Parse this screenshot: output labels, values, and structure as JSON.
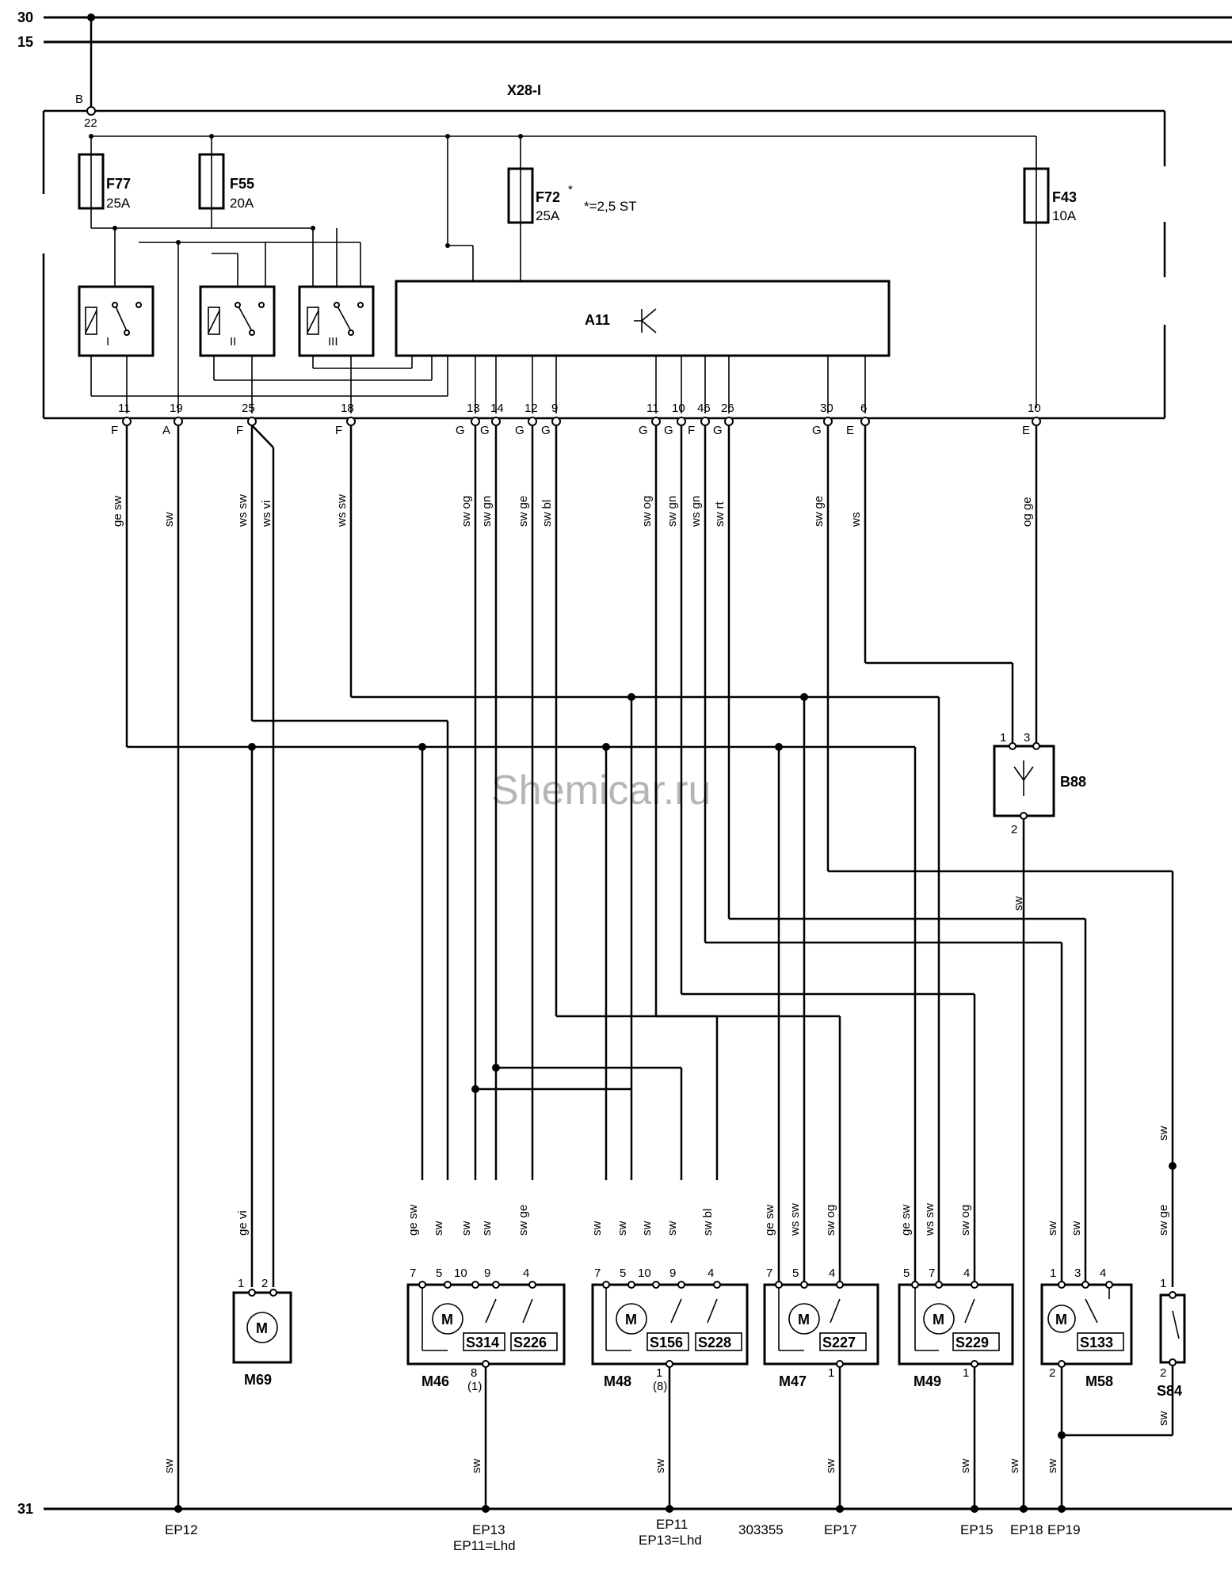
{
  "watermark": "Shemicar.ru",
  "drawing_number": "303355",
  "rails": {
    "top1": "30",
    "top2": "15",
    "bottom": "31"
  },
  "connector_main": "X28-I",
  "connector_b": {
    "letter": "B",
    "pin": "22"
  },
  "fuses": [
    {
      "id": "F77",
      "rating": "25A"
    },
    {
      "id": "F55",
      "rating": "20A"
    },
    {
      "id": "F72",
      "star": "*",
      "rating": "25A",
      "note": "*=2,5 ST"
    },
    {
      "id": "F43",
      "rating": "10A"
    }
  ],
  "relays": [
    "I",
    "II",
    "III"
  ],
  "module": "A11",
  "pins": [
    {
      "n": "11",
      "c": "F",
      "wire": "ge sw"
    },
    {
      "n": "19",
      "c": "A",
      "wire": "sw"
    },
    {
      "n": "25",
      "c": "F",
      "wire": "ws sw",
      "wire2": "ws vi"
    },
    {
      "n": "18",
      "c": "F",
      "wire": "ws sw"
    },
    {
      "n": "13",
      "c": "G",
      "wire": "sw og"
    },
    {
      "n": "14",
      "c": "G",
      "wire": "sw gn"
    },
    {
      "n": "12",
      "c": "G",
      "wire": "sw ge"
    },
    {
      "n": "9",
      "c": "G",
      "wire": "sw bl"
    },
    {
      "n": "11",
      "c": "G",
      "wire": "sw og"
    },
    {
      "n": "10",
      "c": "G",
      "wire": "sw gn"
    },
    {
      "n": "46",
      "c": "F",
      "wire": "ws gn"
    },
    {
      "n": "26",
      "c": "G",
      "wire": "sw rt"
    },
    {
      "n": "30",
      "c": "G",
      "wire": "sw ge"
    },
    {
      "n": "6",
      "c": "E",
      "wire": "ws"
    },
    {
      "n": "10",
      "c": "E",
      "wire": "og ge"
    }
  ],
  "antenna": {
    "id": "B88",
    "pin1": "1",
    "pin3": "3",
    "pin2": "2",
    "wire": "sw"
  },
  "components": {
    "M69": {
      "name": "M69",
      "pins": [
        "1",
        "2"
      ],
      "wire": "ge vi",
      "motor": "M"
    },
    "M46": {
      "name": "M46",
      "pins": [
        "7",
        "5",
        "10",
        "9",
        "4"
      ],
      "wires": [
        "ge sw",
        "sw",
        "sw",
        "sw",
        "sw ge"
      ],
      "switches": [
        "S314",
        "S226"
      ],
      "gnd_pin": "8",
      "gnd_alt": "(1)"
    },
    "M48": {
      "name": "M48",
      "pins": [
        "7",
        "5",
        "10",
        "9",
        "4"
      ],
      "wires": [
        "sw",
        "sw",
        "sw",
        "sw",
        "sw bl"
      ],
      "switches": [
        "S156",
        "S228"
      ],
      "gnd_pin": "1",
      "gnd_alt": "(8)"
    },
    "M47": {
      "name": "M47",
      "pins": [
        "7",
        "5",
        "4"
      ],
      "wires": [
        "ge sw",
        "ws sw",
        "sw og"
      ],
      "switches": [
        "S227"
      ],
      "gnd_pin": "1"
    },
    "M49": {
      "name": "M49",
      "pins": [
        "5",
        "7",
        "4"
      ],
      "wires": [
        "ge sw",
        "ws sw",
        "sw og"
      ],
      "switches": [
        "S229"
      ],
      "gnd_pin": "1"
    },
    "M58": {
      "name": "M58",
      "pins": [
        "1",
        "3",
        "4"
      ],
      "wires": [
        "sw",
        "sw"
      ],
      "switches": [
        "S133"
      ],
      "gnd_pin": "2"
    },
    "S84": {
      "name": "S84",
      "pins": [
        "1",
        "2"
      ],
      "wires": [
        "sw ge",
        "sw",
        "sw"
      ]
    }
  },
  "grounds": [
    {
      "id": "EP12",
      "wire": "sw"
    },
    {
      "id": "EP13",
      "sub": "EP11=Lhd",
      "wire": "sw"
    },
    {
      "id": "EP11",
      "sub": "EP13=Lhd",
      "wire": "sw"
    },
    {
      "id": "EP17",
      "wire": "sw"
    },
    {
      "id": "EP15",
      "wire": "sw"
    },
    {
      "id": "EP18",
      "wire": "sw"
    },
    {
      "id": "EP19",
      "wire": "sw"
    }
  ]
}
